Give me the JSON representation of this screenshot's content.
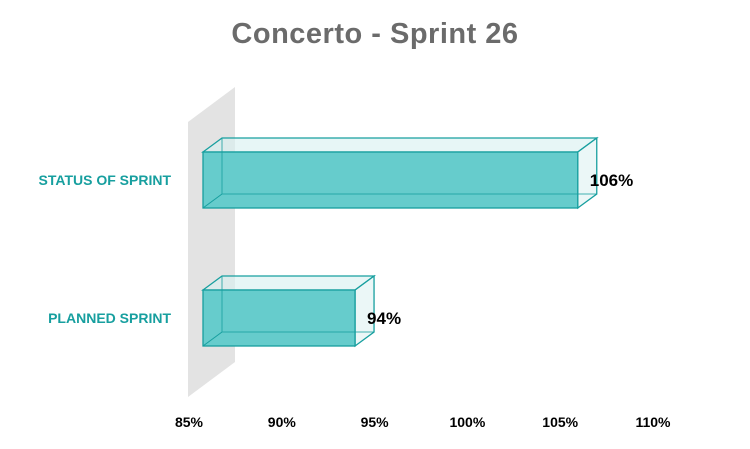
{
  "chart_data": {
    "type": "bar",
    "orientation": "horizontal",
    "style": "3d",
    "title": "Concerto - Sprint 26",
    "categories": [
      "STATUS OF SPRINT",
      "PLANNED SPRINT"
    ],
    "values": [
      106,
      94
    ],
    "data_labels": [
      "106%",
      "94%"
    ],
    "xlim": [
      85,
      110
    ],
    "ticks": [
      85,
      90,
      95,
      100,
      105,
      110
    ],
    "tick_labels": [
      "85%",
      "90%",
      "95%",
      "100%",
      "105%",
      "110%"
    ],
    "grid": false,
    "legend": "none"
  },
  "colors": {
    "bar_fill": "#66cccc",
    "bar_edge": "#179f9f",
    "bar_top": "#d7f0f0",
    "wall": "#e3e3e3",
    "category_label": "#179f9f",
    "title": "#6b6b6b"
  }
}
